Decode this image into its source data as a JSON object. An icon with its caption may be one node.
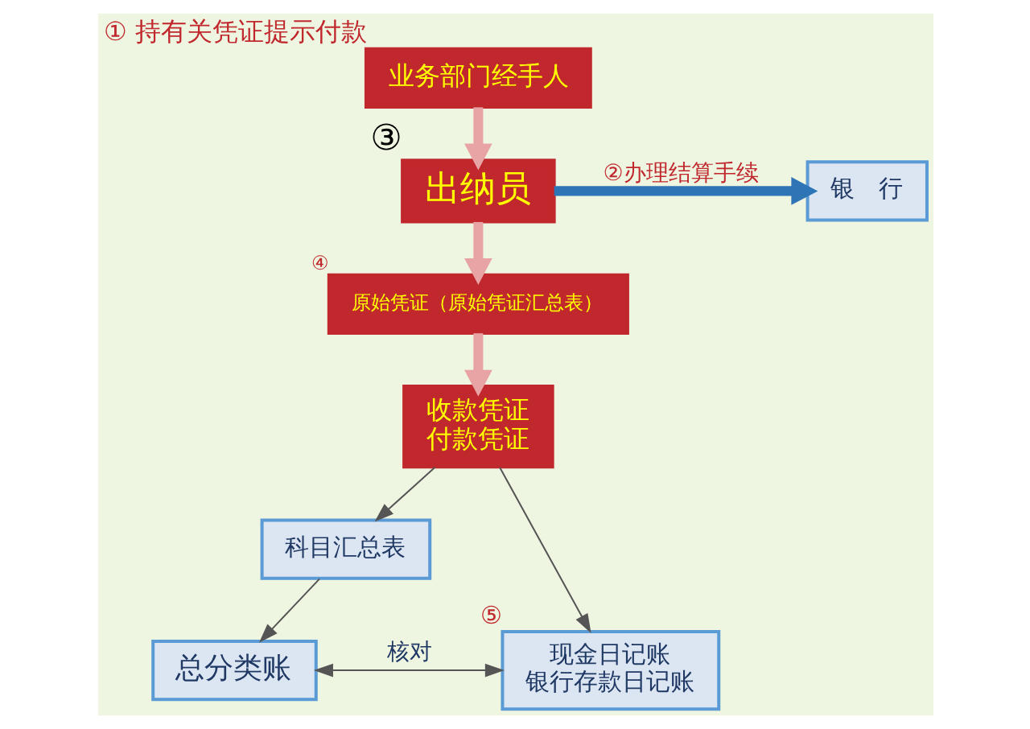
{
  "diagram": {
    "nodes": [
      {
        "text": [
          "业务部门经手人"
        ],
        "beside": [
          "① 持有关凭证提示付款"
        ]
      },
      {
        "text": [
          "出纳员"
        ],
        "beside": [
          "③"
        ]
      },
      {
        "text": [
          "银　行"
        ]
      },
      {
        "text": [
          "原始凭证（原始凭证汇总表）"
        ],
        "beside": [
          "④"
        ]
      },
      {
        "text": [
          "收款凭证",
          "付款凭证"
        ]
      },
      {
        "text": [
          "科目汇总表"
        ]
      },
      {
        "text": [
          "总分类账"
        ]
      },
      {
        "text": [
          "现金日记账",
          "银行存款日记账"
        ],
        "beside": [
          "⑤"
        ]
      }
    ],
    "edges": [
      {
        "from": 0,
        "to": 1,
        "arrow": "to",
        "style": "thick",
        "color": "#e8a4a4"
      },
      {
        "from": 1,
        "to": 2,
        "arrow": "to",
        "label": "②办理结算手续",
        "style": "thick",
        "color": "#2e75b6"
      },
      {
        "from": 1,
        "to": 3,
        "arrow": "to",
        "style": "thick",
        "color": "#e8a4a4"
      },
      {
        "from": 3,
        "to": 4,
        "arrow": "to",
        "style": "thick",
        "color": "#e8a4a4"
      },
      {
        "from": 4,
        "to": 5,
        "arrow": "to"
      },
      {
        "from": 4,
        "to": 7,
        "arrow": "to"
      },
      {
        "from": 5,
        "to": 6,
        "arrow": "to"
      },
      {
        "from": 6,
        "to": 7,
        "arrow": "both",
        "label": "核对"
      }
    ]
  }
}
